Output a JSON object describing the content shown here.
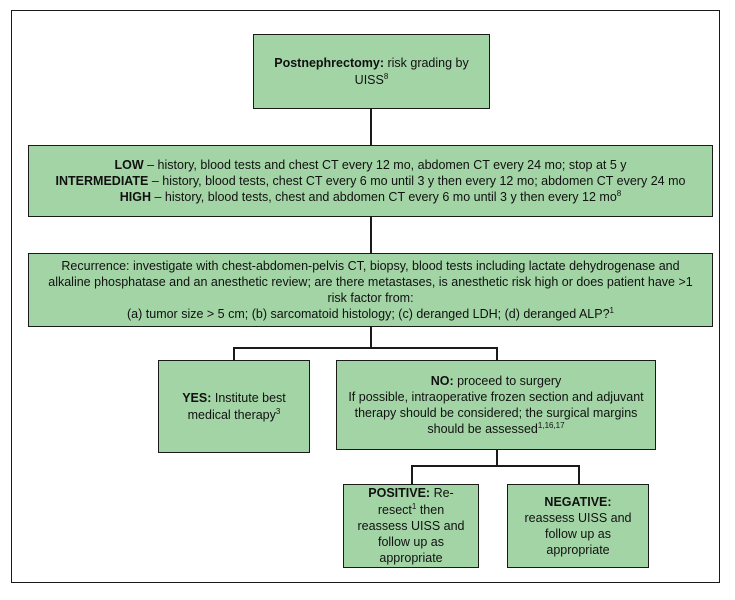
{
  "nodes": {
    "start": {
      "bold": "Postnephrectomy:",
      "rest": " risk grading by UISS",
      "sup": "8"
    },
    "grading": {
      "low_bold": "LOW",
      "low_text": " – history, blood tests and chest CT every 12 mo, abdomen CT every 24 mo; stop at 5 y",
      "intermediate_bold": "INTERMEDIATE",
      "intermediate_text": " – history, blood tests, chest CT every 6 mo until 3 y then every 12 mo; abdomen CT every 24 mo",
      "high_bold": "HIGH",
      "high_text": " – history, blood tests, chest and abdomen CT every 6 mo until 3 y then every 12 mo",
      "high_sup": "8"
    },
    "recurrence": {
      "text": "Recurrence: investigate with chest-abdomen-pelvis CT, biopsy, blood tests including lactate dehydrogenase and alkaline phosphatase and an anesthetic review; are there metastases, is anesthetic risk high or does patient have >1 risk factor from:",
      "factors": "(a) tumor size > 5 cm; (b) sarcomatoid histology; (c) deranged LDH; (d) deranged ALP?",
      "factors_sup": "1"
    },
    "yes": {
      "bold": "YES:",
      "rest": " Institute best medical therapy",
      "sup": "3"
    },
    "no": {
      "bold": "NO:",
      "line1": " proceed to surgery",
      "line2": "If possible, intraoperative frozen section and adjuvant therapy should be considered; the surgical margins should be assessed",
      "sup": "1,16,17"
    },
    "positive": {
      "bold": "POSITIVE:",
      "rest1": " Re-resect",
      "sup": "1",
      "rest2": "then reassess UISS and follow up as appropriate"
    },
    "negative": {
      "bold": "NEGATIVE:",
      "rest": " reassess UISS and follow up as appropriate"
    }
  },
  "colors": {
    "box_fill": "#a3d4a5",
    "border": "#1a1a1a"
  }
}
